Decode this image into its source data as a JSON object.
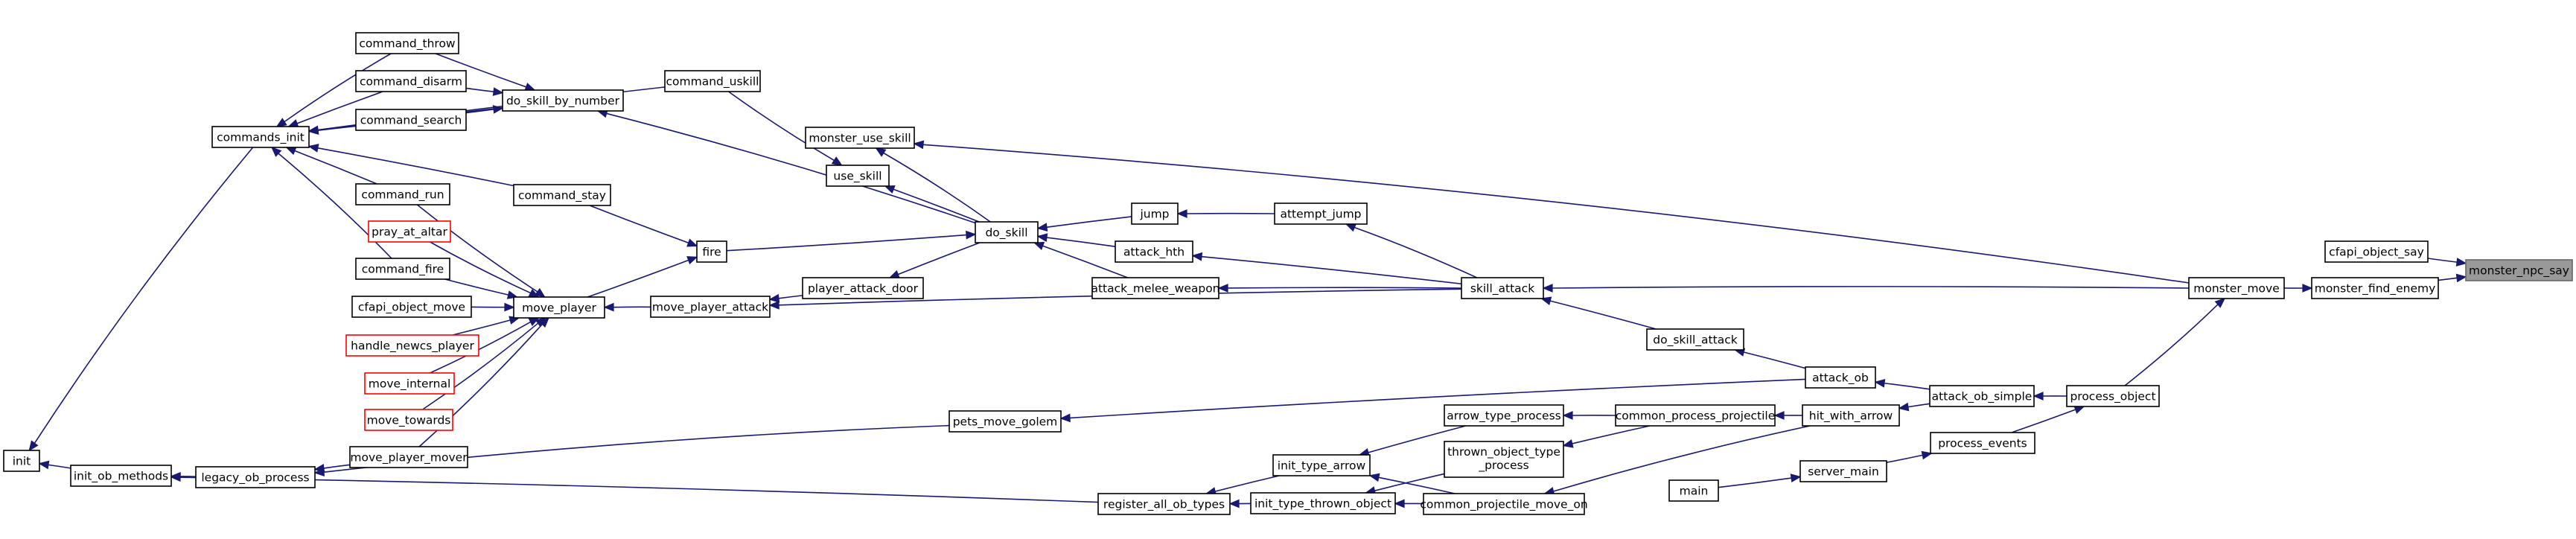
{
  "graph": {
    "colors": {
      "edge": "#191970",
      "node_border": "#000000",
      "truncated_border": "#ff0000",
      "highlight_fill": "#999999",
      "background": "#ffffff"
    },
    "nodes": [
      {
        "id": "init",
        "label": "init"
      },
      {
        "id": "init_ob_methods",
        "label": "init_ob_methods"
      },
      {
        "id": "legacy_ob_process",
        "label": "legacy_ob_process"
      },
      {
        "id": "commands_init",
        "label": "commands_init"
      },
      {
        "id": "command_throw",
        "label": "command_throw"
      },
      {
        "id": "command_disarm",
        "label": "command_disarm"
      },
      {
        "id": "command_search",
        "label": "command_search"
      },
      {
        "id": "command_run",
        "label": "command_run"
      },
      {
        "id": "pray_at_altar",
        "label": "pray_at_altar",
        "truncated": true
      },
      {
        "id": "command_fire",
        "label": "command_fire"
      },
      {
        "id": "cfapi_object_move",
        "label": "cfapi_object_move"
      },
      {
        "id": "handle_newcs_player",
        "label": "handle_newcs_player",
        "truncated": true
      },
      {
        "id": "move_internal",
        "label": "move_internal",
        "truncated": true
      },
      {
        "id": "move_towards",
        "label": "move_towards",
        "truncated": true
      },
      {
        "id": "move_player_mover",
        "label": "move_player_mover"
      },
      {
        "id": "do_skill_by_number",
        "label": "do_skill_by_number"
      },
      {
        "id": "command_stay",
        "label": "command_stay"
      },
      {
        "id": "move_player",
        "label": "move_player"
      },
      {
        "id": "command_uskill",
        "label": "command_uskill"
      },
      {
        "id": "monster_use_skill",
        "label": "monster_use_skill"
      },
      {
        "id": "use_skill",
        "label": "use_skill"
      },
      {
        "id": "fire",
        "label": "fire"
      },
      {
        "id": "move_player_attack",
        "label": "move_player_attack"
      },
      {
        "id": "player_attack_door",
        "label": "player_attack_door"
      },
      {
        "id": "do_skill",
        "label": "do_skill"
      },
      {
        "id": "jump",
        "label": "jump"
      },
      {
        "id": "attack_hth",
        "label": "attack_hth"
      },
      {
        "id": "attack_melee_weapon",
        "label": "attack_melee_weapon"
      },
      {
        "id": "attempt_jump",
        "label": "attempt_jump"
      },
      {
        "id": "pets_move_golem",
        "label": "pets_move_golem"
      },
      {
        "id": "register_all_ob_types",
        "label": "register_all_ob_types"
      },
      {
        "id": "init_type_arrow",
        "label": "init_type_arrow"
      },
      {
        "id": "init_type_thrown_object",
        "label": "init_type_thrown_object"
      },
      {
        "id": "arrow_type_process",
        "label": "arrow_type_process"
      },
      {
        "id": "thrown_object_type_process",
        "label": "thrown_object_type\n_process"
      },
      {
        "id": "common_projectile_move_on",
        "label": "common_projectile_move_on"
      },
      {
        "id": "skill_attack",
        "label": "skill_attack"
      },
      {
        "id": "common_process_projectile",
        "label": "common_process_projectile"
      },
      {
        "id": "do_skill_attack",
        "label": "do_skill_attack"
      },
      {
        "id": "attack_ob",
        "label": "attack_ob"
      },
      {
        "id": "hit_with_arrow",
        "label": "hit_with_arrow"
      },
      {
        "id": "main",
        "label": "main"
      },
      {
        "id": "server_main",
        "label": "server_main"
      },
      {
        "id": "attack_ob_simple",
        "label": "attack_ob_simple"
      },
      {
        "id": "process_events",
        "label": "process_events"
      },
      {
        "id": "process_object",
        "label": "process_object"
      },
      {
        "id": "monster_move",
        "label": "monster_move"
      },
      {
        "id": "monster_find_enemy",
        "label": "monster_find_enemy"
      },
      {
        "id": "cfapi_object_say",
        "label": "cfapi_object_say"
      },
      {
        "id": "monster_npc_say",
        "label": "monster_npc_say",
        "highlighted": true
      }
    ],
    "edges": [
      [
        "init_ob_methods",
        "init"
      ],
      [
        "commands_init",
        "init"
      ],
      [
        "legacy_ob_process",
        "init_ob_methods"
      ],
      [
        "register_all_ob_types",
        "init_ob_methods"
      ],
      [
        "move_player_mover",
        "legacy_ob_process"
      ],
      [
        "pets_move_golem",
        "legacy_ob_process"
      ],
      [
        "command_throw",
        "commands_init"
      ],
      [
        "command_disarm",
        "commands_init"
      ],
      [
        "command_search",
        "commands_init"
      ],
      [
        "command_run",
        "commands_init"
      ],
      [
        "command_fire",
        "commands_init"
      ],
      [
        "do_skill_by_number",
        "commands_init"
      ],
      [
        "command_uskill",
        "commands_init"
      ],
      [
        "command_stay",
        "commands_init"
      ],
      [
        "command_throw",
        "do_skill_by_number"
      ],
      [
        "command_disarm",
        "do_skill_by_number"
      ],
      [
        "command_search",
        "do_skill_by_number"
      ],
      [
        "do_skill",
        "do_skill_by_number"
      ],
      [
        "command_uskill",
        "use_skill"
      ],
      [
        "do_skill",
        "use_skill"
      ],
      [
        "command_stay",
        "fire"
      ],
      [
        "move_player",
        "fire"
      ],
      [
        "fire",
        "do_skill"
      ],
      [
        "command_run",
        "move_player"
      ],
      [
        "pray_at_altar",
        "move_player"
      ],
      [
        "command_fire",
        "move_player"
      ],
      [
        "cfapi_object_move",
        "move_player"
      ],
      [
        "handle_newcs_player",
        "move_player"
      ],
      [
        "move_internal",
        "move_player"
      ],
      [
        "move_towards",
        "move_player"
      ],
      [
        "move_player_mover",
        "move_player"
      ],
      [
        "move_player_attack",
        "move_player"
      ],
      [
        "player_attack_door",
        "move_player_attack"
      ],
      [
        "skill_attack",
        "move_player_attack"
      ],
      [
        "do_skill",
        "player_attack_door"
      ],
      [
        "do_skill",
        "monster_use_skill"
      ],
      [
        "monster_move",
        "monster_use_skill"
      ],
      [
        "jump",
        "do_skill"
      ],
      [
        "attack_hth",
        "do_skill"
      ],
      [
        "attack_melee_weapon",
        "do_skill"
      ],
      [
        "attempt_jump",
        "jump"
      ],
      [
        "skill_attack",
        "attempt_jump"
      ],
      [
        "skill_attack",
        "attack_hth"
      ],
      [
        "skill_attack",
        "attack_melee_weapon"
      ],
      [
        "do_skill_attack",
        "skill_attack"
      ],
      [
        "monster_move",
        "skill_attack"
      ],
      [
        "attack_ob",
        "do_skill_attack"
      ],
      [
        "attack_ob",
        "pets_move_golem"
      ],
      [
        "attack_ob_simple",
        "attack_ob"
      ],
      [
        "attack_ob_simple",
        "hit_with_arrow"
      ],
      [
        "hit_with_arrow",
        "common_process_projectile"
      ],
      [
        "hit_with_arrow",
        "common_projectile_move_on"
      ],
      [
        "common_process_projectile",
        "arrow_type_process"
      ],
      [
        "common_process_projectile",
        "thrown_object_type_process"
      ],
      [
        "arrow_type_process",
        "init_type_arrow"
      ],
      [
        "thrown_object_type_process",
        "init_type_thrown_object"
      ],
      [
        "common_projectile_move_on",
        "init_type_arrow"
      ],
      [
        "common_projectile_move_on",
        "init_type_thrown_object"
      ],
      [
        "init_type_arrow",
        "register_all_ob_types"
      ],
      [
        "init_type_thrown_object",
        "register_all_ob_types"
      ],
      [
        "main",
        "server_main"
      ],
      [
        "server_main",
        "process_events"
      ],
      [
        "process_events",
        "process_object"
      ],
      [
        "process_object",
        "attack_ob_simple"
      ],
      [
        "process_object",
        "monster_move"
      ],
      [
        "monster_move",
        "monster_find_enemy"
      ],
      [
        "monster_find_enemy",
        "monster_npc_say"
      ],
      [
        "cfapi_object_say",
        "monster_npc_say"
      ]
    ]
  }
}
